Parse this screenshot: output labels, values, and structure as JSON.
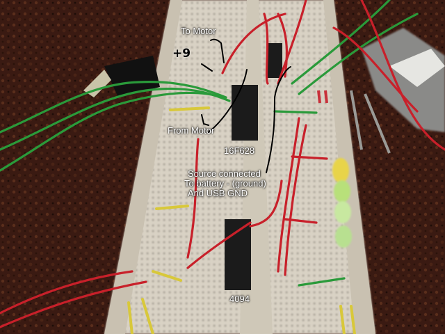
{
  "photo": {
    "subject": "breadboard circuit",
    "colors": {
      "background_fabric": "#3a1a12",
      "breadboard": "#d9d2c4",
      "chip": "#1b1b1b",
      "wire_red": "#c8202a",
      "wire_green": "#2a9a3a",
      "wire_yellow": "#d8c83a",
      "annotation_text": "#ffffff"
    }
  },
  "annotations": {
    "to_motor": "To Motor",
    "plus_nine": "+9",
    "from_motor": "From Motor",
    "chip_top": "16F628",
    "source_line_1": "Source connected",
    "source_line_2": "To battery - (ground)",
    "source_line_3": "And USB GND",
    "chip_bottom": "4094"
  }
}
